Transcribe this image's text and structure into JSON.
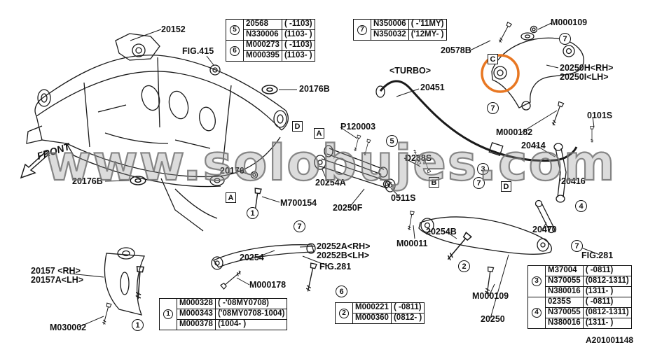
{
  "watermark": "www.solobujes.com",
  "front_label": "FRONT",
  "doc_code": "A201001148",
  "colors": {
    "highlight": "#e87722",
    "linework": "#1a1a1a",
    "watermark_gray": "#8a8a8a"
  },
  "marker_numbers": {
    "1": "1",
    "2": "2",
    "3": "3",
    "4": "4",
    "5": "5",
    "6": "6",
    "7": "7"
  },
  "section_letters": {
    "A": "A",
    "B": "B",
    "C": "C",
    "D": "D"
  },
  "part_labels": {
    "subframe": "20152",
    "fig415": "FIG.415",
    "turbo": "<TURBO>",
    "stabilizer": "20451",
    "p20578B": "20578B",
    "m000109_top": "M000109",
    "upper_arm_rh": "20250H<RH>",
    "upper_arm_lh": "20250I<LH>",
    "p20176B_top": "20176B",
    "p120003": "P120003",
    "d238s": "D238S",
    "m000182": "M000182",
    "p20414": "20414",
    "p0101S": "0101S",
    "p20176B_left": "20176B",
    "p20176": "20176",
    "p20254A": "20254A",
    "m700154": "M700154",
    "p20250F": "20250F",
    "p0511S": "0511S",
    "p20416": "20416",
    "p20470": "20470",
    "m00011": "M00011",
    "p20254B": "20254B",
    "fig281_right": "FIG.281",
    "p20252A": "20252A<RH>",
    "p20252B": "20252B<LH>",
    "p20254": "20254",
    "fig281_center": "FIG.281",
    "m000178": "M000178",
    "p20157_rh": "20157 <RH>",
    "p20157_lh": "20157A<LH>",
    "m030002": "M030002",
    "m000109_bottom": "M000109",
    "p20250": "20250"
  },
  "tables": {
    "t56": {
      "groups": [
        {
          "num": "5",
          "rows": [
            {
              "part": "20568",
              "range": "( -1103)"
            },
            {
              "part": "N330006",
              "range": "(1103- )"
            }
          ]
        },
        {
          "num": "6",
          "rows": [
            {
              "part": "M000273",
              "range": "( -1103)"
            },
            {
              "part": "M000395",
              "range": "(1103- )"
            }
          ]
        }
      ]
    },
    "t7": {
      "num": "7",
      "rows": [
        {
          "part": "N350006",
          "range": "( -'11MY)"
        },
        {
          "part": "N350032",
          "range": "('12MY- )"
        }
      ]
    },
    "t1": {
      "num": "1",
      "rows": [
        {
          "part": "M000328",
          "range": "( -'08MY0708)"
        },
        {
          "part": "M000343",
          "range": "('08MY0708-1004)"
        },
        {
          "part": "M000378",
          "range": "(1004- )"
        }
      ]
    },
    "t2": {
      "num": "2",
      "rows": [
        {
          "part": "M000221",
          "range": "( -0811)"
        },
        {
          "part": "M000360",
          "range": "(0812- )"
        }
      ]
    },
    "t34": {
      "groups": [
        {
          "num": "3",
          "rows": [
            {
              "part": "M37004",
              "range": "( -0811)"
            },
            {
              "part": "N370055",
              "range": "(0812-1311)"
            },
            {
              "part": "N380016",
              "range": "(1311- )"
            }
          ]
        },
        {
          "num": "4",
          "rows": [
            {
              "part": "0235S",
              "range": "( -0811)"
            },
            {
              "part": "N370055",
              "range": "(0812-1311)"
            },
            {
              "part": "N380016",
              "range": "(1311- )"
            }
          ]
        }
      ]
    }
  }
}
